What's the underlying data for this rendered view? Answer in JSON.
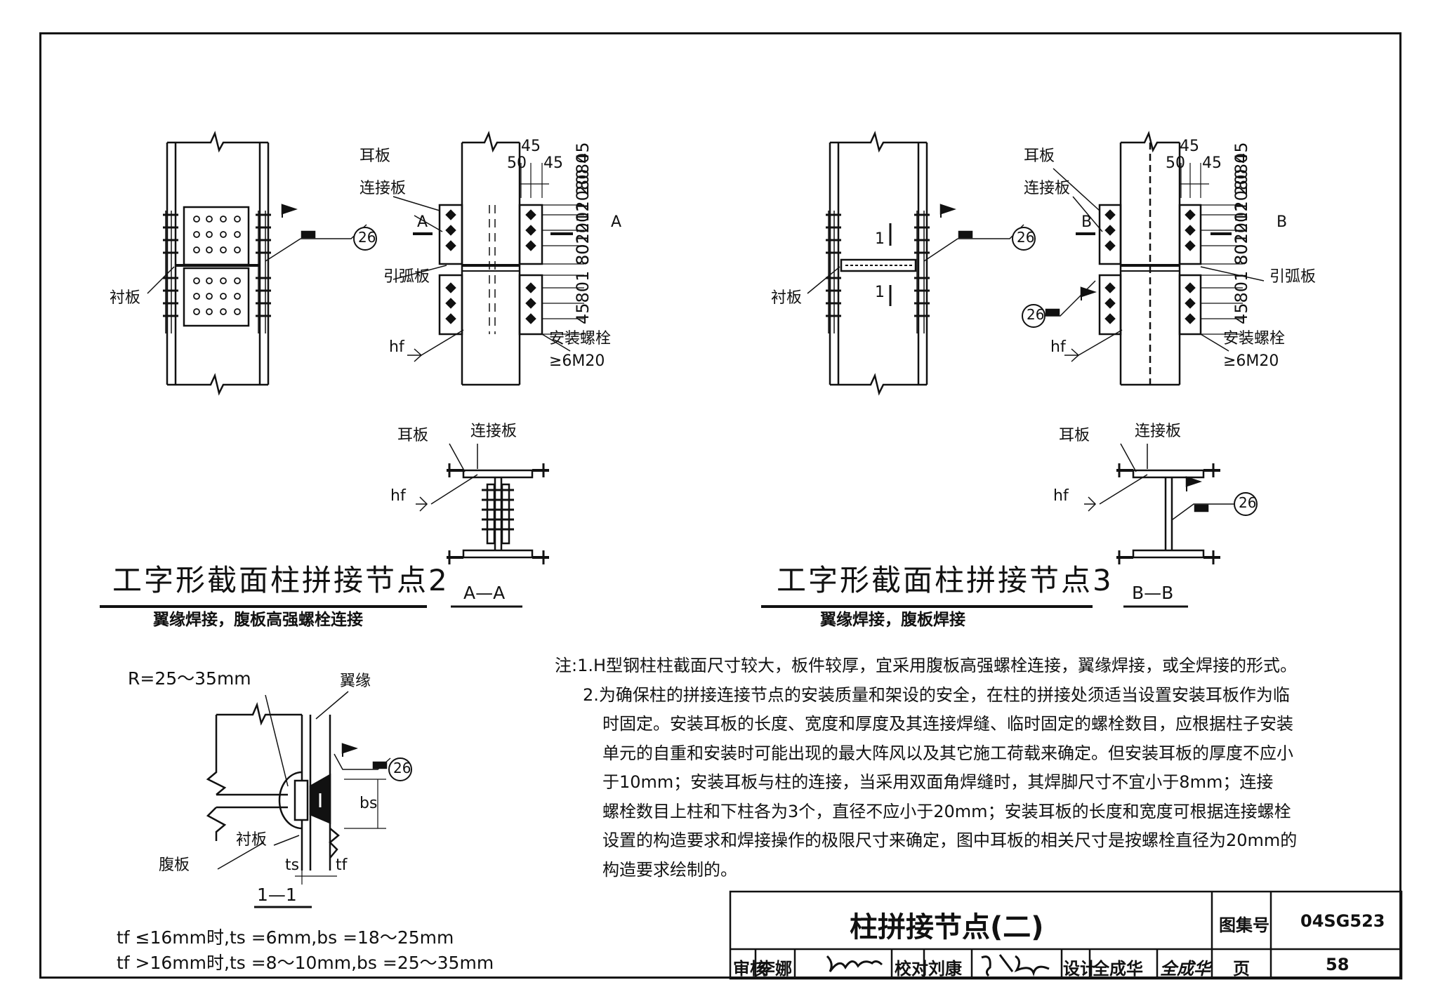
{
  "left_view": {
    "labels": {
      "ear_plate": "耳板",
      "connect_plate": "连接板",
      "arc_plate": "引弧板",
      "backing_plate": "衬板",
      "hf": "hf",
      "weld_ref": "26",
      "section_mark": "A",
      "install_bolt": "安装螺栓",
      "bolt_spec": "≥6M20",
      "dims_top": [
        "45",
        "50",
        "45"
      ],
      "dims_side_upper": "802012080 45",
      "dims_side_lower": "45801 801201 2080"
    },
    "section": {
      "ear_plate": "耳板",
      "connect_plate": "连接板",
      "hf": "hf",
      "name": "A—A"
    },
    "title": "工字形截面柱拼接节点2",
    "subtitle": "翼缘焊接，腹板高强螺栓连接"
  },
  "right_view": {
    "labels": {
      "ear_plate": "耳板",
      "connect_plate": "连接板",
      "arc_plate": "引弧板",
      "backing_plate": "衬板",
      "hf": "hf",
      "weld_ref": "26",
      "section_mark": "B",
      "cut_mark": "1",
      "install_bolt": "安装螺栓",
      "bolt_spec": "≥6M20",
      "dims_top": [
        "45",
        "50",
        "45"
      ]
    },
    "section": {
      "ear_plate": "耳板",
      "connect_plate": "连接板",
      "hf": "hf",
      "weld_ref": "26",
      "name": "B—B"
    },
    "title": "工字形截面柱拼接节点3",
    "subtitle": "翼缘焊接，腹板焊接"
  },
  "detail": {
    "radius": "R=25～35mm",
    "flange": "翼缘",
    "backing": "衬板",
    "web": "腹板",
    "weld_ref": "26",
    "bs": "bs",
    "ts": "ts",
    "tf": "tf",
    "name": "1—1",
    "formula1": "tf ≤16mm时,ts =6mm,bs =18～25mm",
    "formula2": "tf >16mm时,ts =8～10mm,bs =25～35mm"
  },
  "notes": {
    "prefix": "注:",
    "n1": "1.H型钢柱柱截面尺寸较大，板件较厚，宜采用腹板高强螺栓连接，翼缘焊接，或全焊接的形式。",
    "n2_l1": "2.为确保柱的拼接连接节点的安装质量和架设的安全，在柱的拼接处须适当设置安装耳板作为临",
    "n2_l2": "时固定。安装耳板的长度、宽度和厚度及其连接焊缝、临时固定的螺栓数目，应根据柱子安装",
    "n2_l3": "单元的自重和安装时可能出现的最大阵风以及其它施工荷载来确定。但安装耳板的厚度不应小",
    "n2_l4": "于10mm；安装耳板与柱的连接，当采用双面角焊缝时，其焊脚尺寸不宜小于8mm；连接",
    "n2_l5": "螺栓数目上柱和下柱各为3个，直径不应小于20mm；安装耳板的长度和宽度可根据连接螺栓",
    "n2_l6": "设置的构造要求和焊接操作的极限尺寸来确定，图中耳板的相关尺寸是按螺栓直径为20mm的",
    "n2_l7": "构造要求绘制的。"
  },
  "title_block": {
    "drawing_title": "柱拼接节点(二)",
    "atlas_label": "图集号",
    "atlas_no": "04SG523",
    "review_label": "审核",
    "reviewer": "李娜",
    "check_label": "校对",
    "checker": "刘康",
    "design_label": "设计",
    "designer": "全成华",
    "designer_sign": "全成华",
    "page_label": "页",
    "page_no": "58"
  }
}
